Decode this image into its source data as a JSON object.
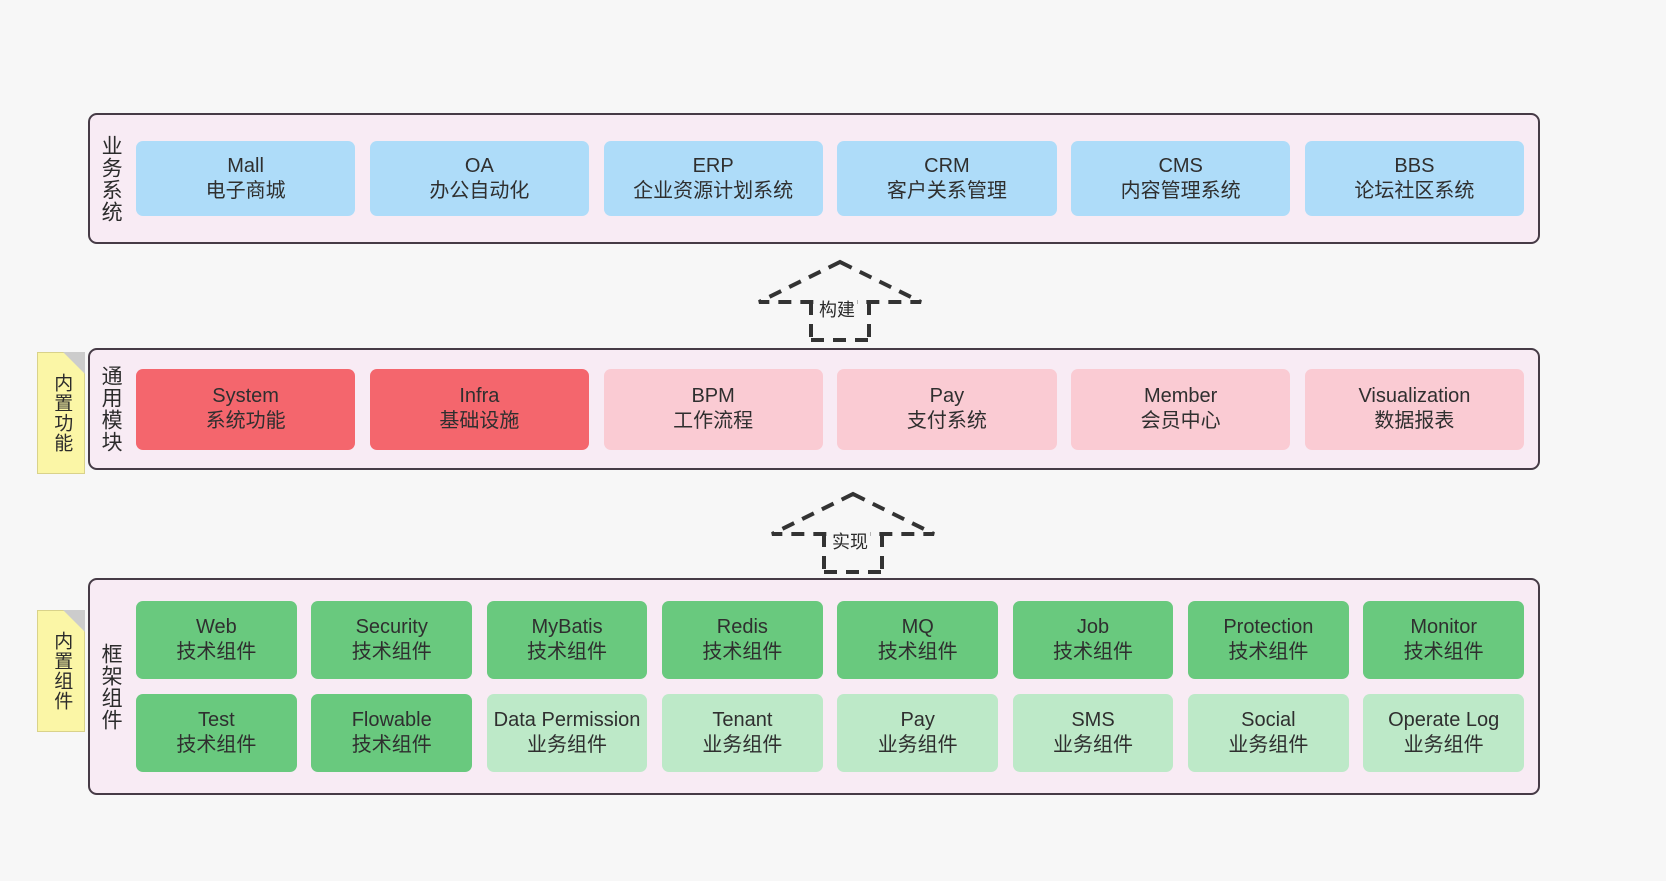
{
  "diagram": {
    "background_color": "#f7f7f7",
    "panel_bg_color": "#f8ebf4",
    "panel_border_color": "#463b46",
    "sticky_color": "#fbf6a6",
    "colors": {
      "blue": "#aedcf9",
      "red": "#f4666d",
      "pink": "#facbd3",
      "green": "#69c97e",
      "light_green": "#bde9c8"
    }
  },
  "layers": {
    "business": {
      "title": "业务系统",
      "cards": [
        {
          "en": "Mall",
          "cn": "电子商城",
          "color": "blue"
        },
        {
          "en": "OA",
          "cn": "办公自动化",
          "color": "blue"
        },
        {
          "en": "ERP",
          "cn": "企业资源计划系统",
          "color": "blue"
        },
        {
          "en": "CRM",
          "cn": "客户关系管理",
          "color": "blue"
        },
        {
          "en": "CMS",
          "cn": "内容管理系统",
          "color": "blue"
        },
        {
          "en": "BBS",
          "cn": "论坛社区系统",
          "color": "blue"
        }
      ]
    },
    "modules": {
      "title": "通用模块",
      "sticky": "内置功能",
      "cards": [
        {
          "en": "System",
          "cn": "系统功能",
          "color": "red"
        },
        {
          "en": "Infra",
          "cn": "基础设施",
          "color": "red"
        },
        {
          "en": "BPM",
          "cn": "工作流程",
          "color": "pink"
        },
        {
          "en": "Pay",
          "cn": "支付系统",
          "color": "pink"
        },
        {
          "en": "Member",
          "cn": "会员中心",
          "color": "pink"
        },
        {
          "en": "Visualization",
          "cn": "数据报表",
          "color": "pink"
        }
      ]
    },
    "framework": {
      "title": "框架组件",
      "sticky": "内置组件",
      "row1": [
        {
          "en": "Web",
          "cn": "技术组件",
          "color": "green"
        },
        {
          "en": "Security",
          "cn": "技术组件",
          "color": "green"
        },
        {
          "en": "MyBatis",
          "cn": "技术组件",
          "color": "green"
        },
        {
          "en": "Redis",
          "cn": "技术组件",
          "color": "green"
        },
        {
          "en": "MQ",
          "cn": "技术组件",
          "color": "green"
        },
        {
          "en": "Job",
          "cn": "技术组件",
          "color": "green"
        },
        {
          "en": "Protection",
          "cn": "技术组件",
          "color": "green"
        },
        {
          "en": "Monitor",
          "cn": "技术组件",
          "color": "green"
        }
      ],
      "row2": [
        {
          "en": "Test",
          "cn": "技术组件",
          "color": "green"
        },
        {
          "en": "Flowable",
          "cn": "技术组件",
          "color": "green"
        },
        {
          "en": "Data Permission",
          "cn": "业务组件",
          "color": "lightgreen"
        },
        {
          "en": "Tenant",
          "cn": "业务组件",
          "color": "lightgreen"
        },
        {
          "en": "Pay",
          "cn": "业务组件",
          "color": "lightgreen"
        },
        {
          "en": "SMS",
          "cn": "业务组件",
          "color": "lightgreen"
        },
        {
          "en": "Social",
          "cn": "业务组件",
          "color": "lightgreen"
        },
        {
          "en": "Operate Log",
          "cn": "业务组件",
          "color": "lightgreen"
        }
      ]
    }
  },
  "connectors": [
    {
      "label": "构建",
      "from": "modules",
      "to": "business",
      "style": "dashed-hollow-arrow-up"
    },
    {
      "label": "实现",
      "from": "framework",
      "to": "modules",
      "style": "dashed-hollow-arrow-up"
    }
  ]
}
